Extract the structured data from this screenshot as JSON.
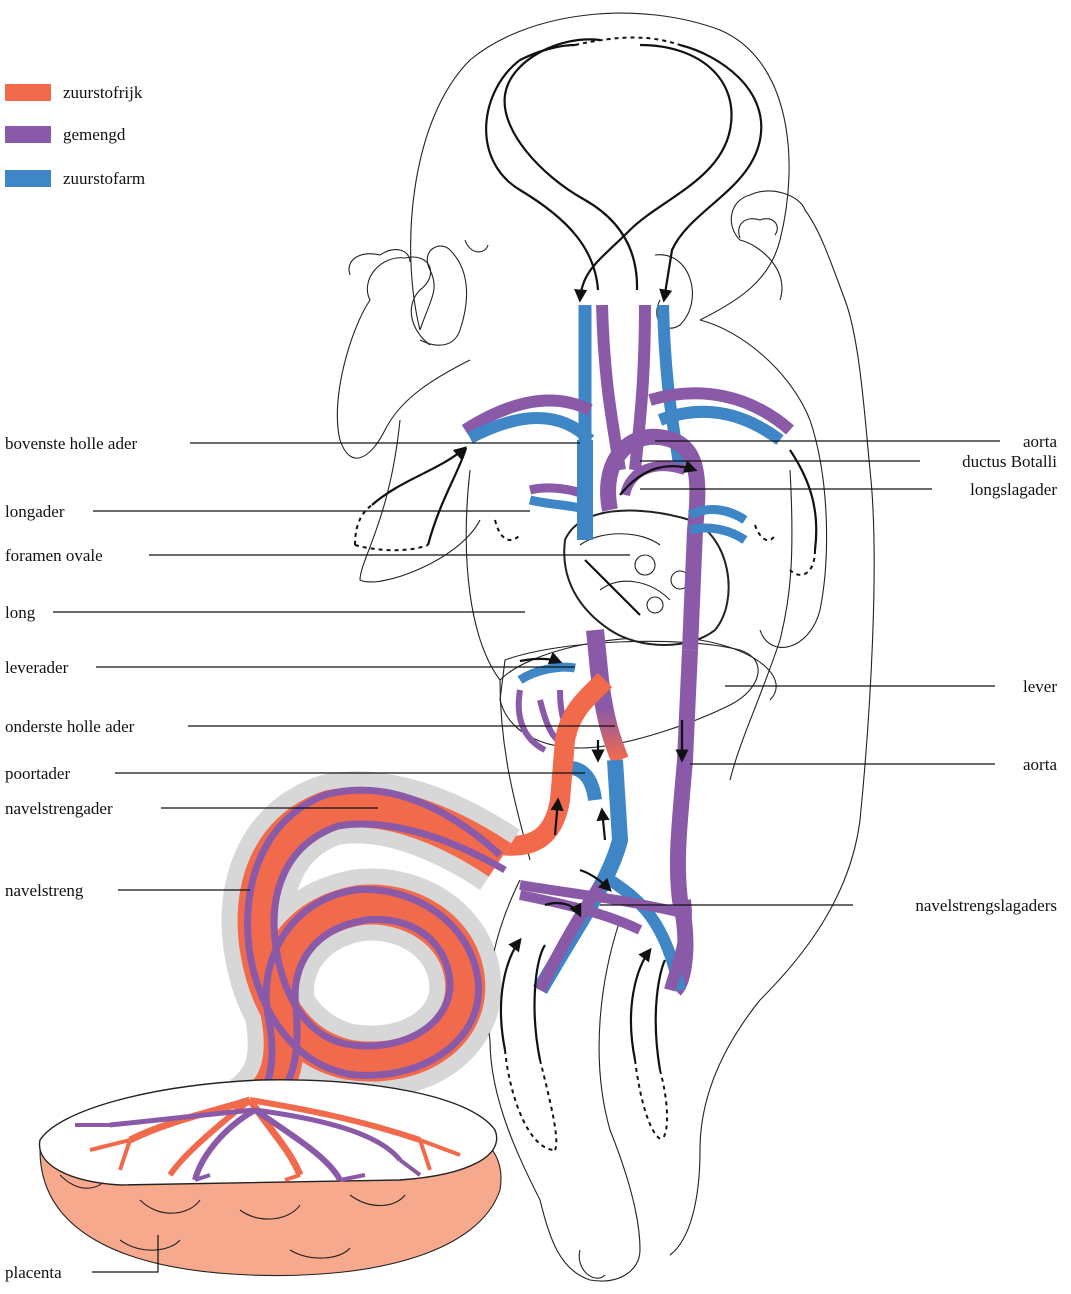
{
  "legend": {
    "items": [
      {
        "label": "zuurstofrijk",
        "color": "#f26a4c"
      },
      {
        "label": "gemengd",
        "color": "#8a5aa8"
      },
      {
        "label": "zuurstofarm",
        "color": "#3f86c6"
      }
    ]
  },
  "labels_left": [
    "bovenste holle ader",
    "longader",
    "foramen ovale",
    "long",
    "leverader",
    "onderste holle ader",
    "poortader",
    "navelstrengader",
    "navelstreng",
    "placenta"
  ],
  "labels_right": [
    "aorta",
    "ductus Botalli",
    "longslagader",
    "lever",
    "aorta",
    "navelstrengslagaders"
  ],
  "colors": {
    "oxygen_rich": "#f26a4c",
    "mixed": "#8a5aa8",
    "oxygen_poor": "#3f86c6",
    "placenta": "#f6a98c",
    "outline": "#222222"
  }
}
